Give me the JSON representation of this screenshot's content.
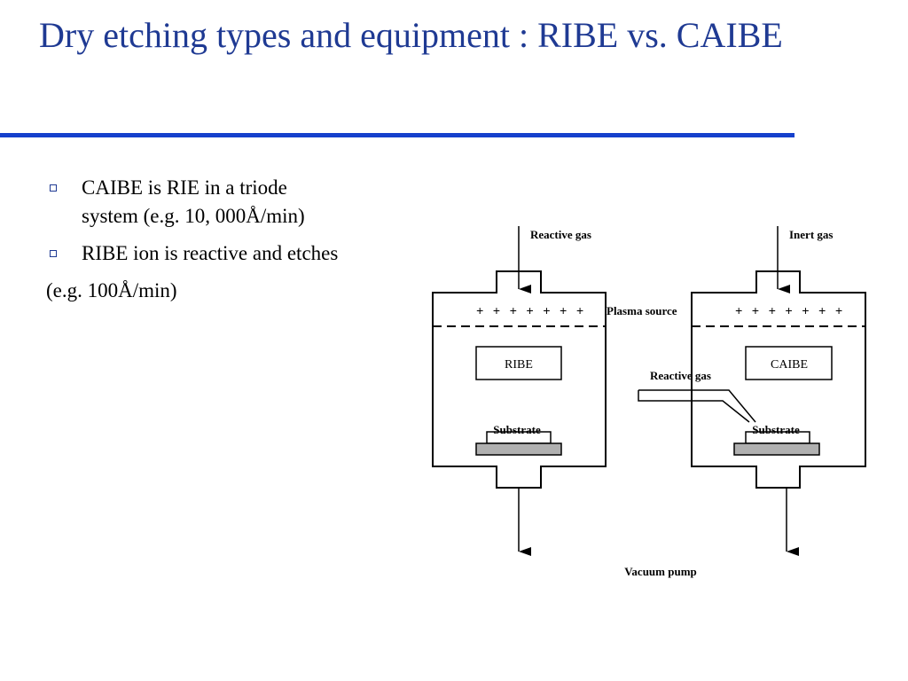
{
  "slide": {
    "title": "Dry etching types and equipment : RIBE vs. CAIBE",
    "bullets": [
      {
        "lines": [
          "CAIBE is RIE in a triode",
          "system (e.g. 10, 000Å/min)"
        ]
      },
      {
        "lines": [
          "RIBE ion is reactive and etches"
        ]
      }
    ],
    "continuation": "(e.g. 100Å/min)"
  },
  "diagram": {
    "reactive_gas_top": "Reactive gas",
    "inert_gas": "Inert gas",
    "plasma_source": "Plasma source",
    "plus_signs_left": "+ + + + + + +",
    "plus_signs_right": "+ + + + + + +",
    "ribe_box": "RIBE",
    "caibe_box": "CAIBE",
    "reactive_gas_side": "Reactive gas",
    "substrate_left": "Substrate",
    "substrate_right": "Substrate",
    "vacuum_pump": "Vacuum pump"
  },
  "colors": {
    "title": "#1f3a93",
    "rule": "#1540cc"
  }
}
